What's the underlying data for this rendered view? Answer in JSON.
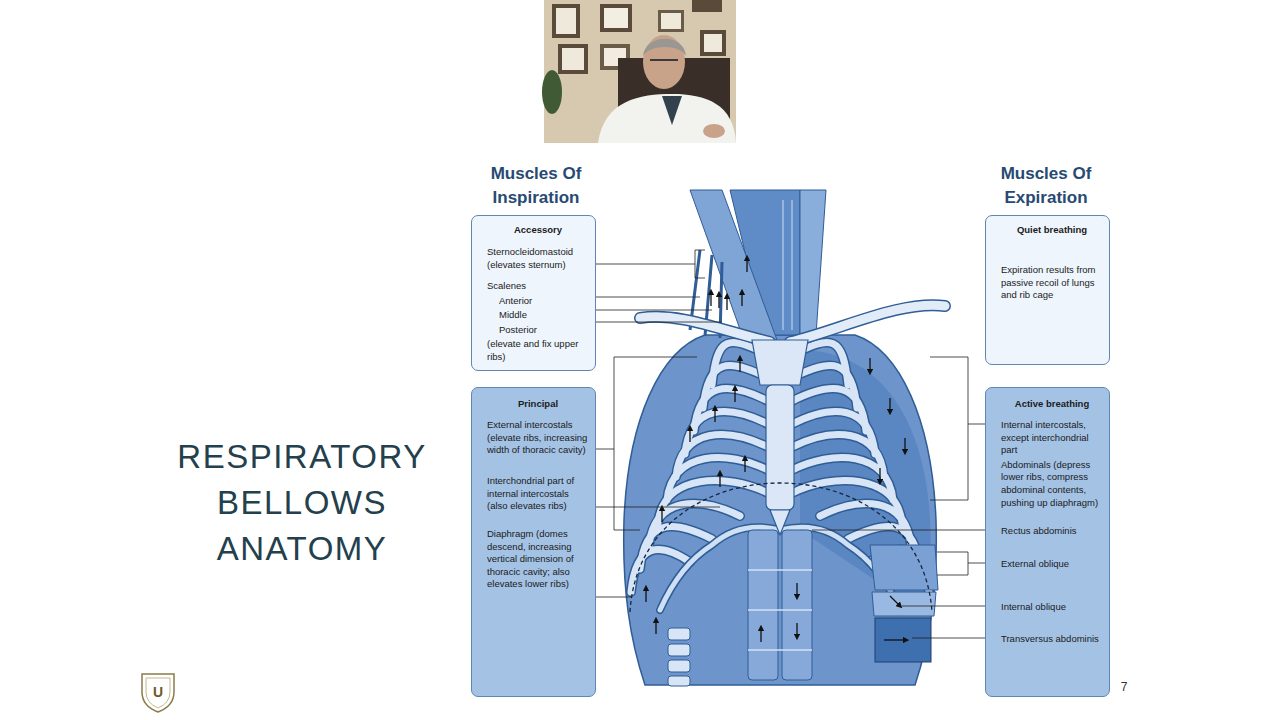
{
  "diagram": {
    "title": "RESPIRATORY BELLOWS ANATOMY",
    "nodes": [
      {
        "text": [
          "Accessory",
          "Sternocleidomastoid (elevates sternum)",
          "Scalenes",
          "Anterior",
          "Middle",
          "Posterior",
          "(elevate and fix upper ribs)"
        ]
      },
      {
        "text": [
          "Principal",
          "External intercostals (elevate ribs, increasing width of thoracic cavity)",
          "Interchondrial part of internal intercostals (also elevates ribs)",
          "Diaphragm (domes descend, increasing vertical dimension of thoracic cavity; also elevates lower ribs)"
        ]
      },
      {
        "text": [
          "Quiet breathing",
          "Expiration results from passive recoil of lungs and rib cage"
        ]
      },
      {
        "text": [
          "Active breathing",
          "Internal intercostals, except interchondrial part",
          "Abdominals (depress lower ribs, compress abdominal contents, pushing up diaphragm)",
          "Rectus abdominis",
          "External oblique",
          "Internal oblique",
          "Transversus abdominis"
        ]
      }
    ],
    "labels": [
      "Muscles Of Inspiration",
      "Muscles Of Expiration",
      "7",
      "U"
    ]
  }
}
